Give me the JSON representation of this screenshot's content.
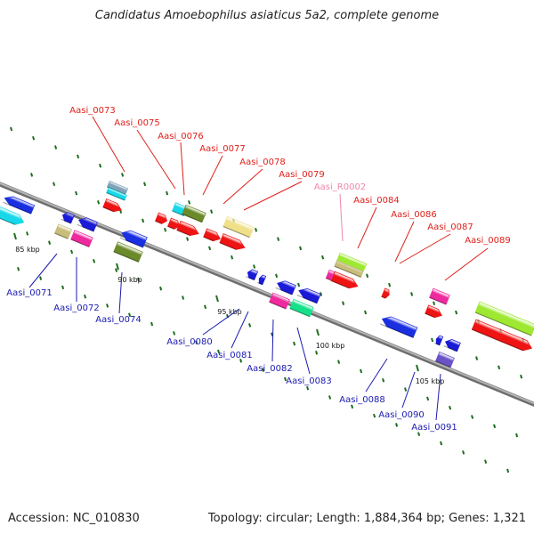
{
  "title": "Candidatus Amoebophilus asiaticus 5a2, complete genome",
  "footer": {
    "accession": "Accession: NC_010830",
    "summary": "Topology: circular; Length: 1,884,364 bp; Genes: 1,321"
  },
  "colors": {
    "forward_label": "#e0201a",
    "reverse_label": "#1a1ab0",
    "rna_label": "#ee88a8",
    "backbone": "#8c8c8c",
    "dot_green": "#1e6e1e"
  },
  "ticks": [
    {
      "label": "85 kbp"
    },
    {
      "label": "90 kbp"
    },
    {
      "label": "95 kbp"
    },
    {
      "label": "100 kbp"
    },
    {
      "label": "105 kbp"
    }
  ],
  "top_labels": [
    {
      "name": "Aasi_0073",
      "kind": "forward"
    },
    {
      "name": "Aasi_0075",
      "kind": "forward"
    },
    {
      "name": "Aasi_0076",
      "kind": "forward"
    },
    {
      "name": "Aasi_0077",
      "kind": "forward"
    },
    {
      "name": "Aasi_0078",
      "kind": "forward"
    },
    {
      "name": "Aasi_0079",
      "kind": "forward"
    },
    {
      "name": "Aasi_R0002",
      "kind": "rna"
    },
    {
      "name": "Aasi_0084",
      "kind": "forward"
    },
    {
      "name": "Aasi_0086",
      "kind": "forward"
    },
    {
      "name": "Aasi_0087",
      "kind": "forward"
    },
    {
      "name": "Aasi_0089",
      "kind": "forward"
    }
  ],
  "bottom_labels": [
    {
      "name": "Aasi_0071"
    },
    {
      "name": "Aasi_0072"
    },
    {
      "name": "Aasi_0074"
    },
    {
      "name": "Aasi_0080"
    },
    {
      "name": "Aasi_0081"
    },
    {
      "name": "Aasi_0082"
    },
    {
      "name": "Aasi_0083"
    },
    {
      "name": "Aasi_0088"
    },
    {
      "name": "Aasi_0090"
    },
    {
      "name": "Aasi_0091"
    }
  ]
}
